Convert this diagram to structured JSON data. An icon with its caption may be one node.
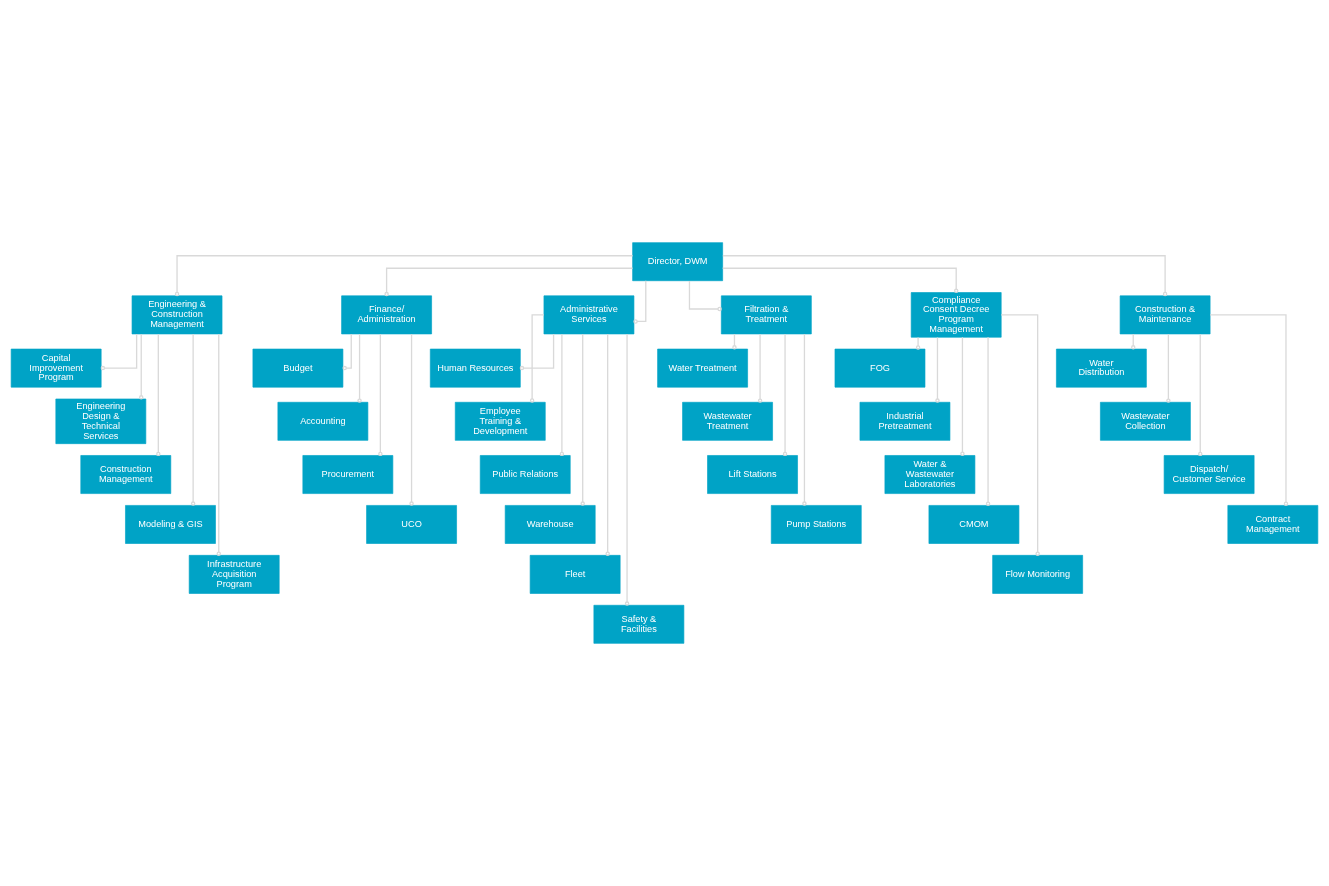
{
  "diagram": {
    "nodes": [
      {
        "text": [
          "Director, DWM"
        ]
      },
      {
        "text": [
          "Engineering & Construction Management"
        ]
      },
      {
        "text": [
          "Finance/ Administration"
        ]
      },
      {
        "text": [
          "Administrative Services"
        ]
      },
      {
        "text": [
          "Filtration & Treatment"
        ]
      },
      {
        "text": [
          "Compliance Consent Decree Program Management"
        ]
      },
      {
        "text": [
          "Construction & Maintenance"
        ]
      },
      {
        "text": [
          "Capital Improvement Program"
        ]
      },
      {
        "text": [
          "Engineering Design & Technical Services"
        ]
      },
      {
        "text": [
          "Construction Management"
        ]
      },
      {
        "text": [
          "Modeling & GIS"
        ]
      },
      {
        "text": [
          "Infrastructure Acquisition Program"
        ]
      },
      {
        "text": [
          "Budget"
        ]
      },
      {
        "text": [
          "Accounting"
        ]
      },
      {
        "text": [
          "Procurement"
        ]
      },
      {
        "text": [
          "UCO"
        ]
      },
      {
        "text": [
          "Human Resources"
        ]
      },
      {
        "text": [
          "Employee Training & Development"
        ]
      },
      {
        "text": [
          "Public Relations"
        ]
      },
      {
        "text": [
          "Warehouse"
        ]
      },
      {
        "text": [
          "Fleet"
        ]
      },
      {
        "text": [
          "Safety & Facilities"
        ]
      },
      {
        "text": [
          "Water Treatment"
        ]
      },
      {
        "text": [
          "Wastewater Treatment"
        ]
      },
      {
        "text": [
          "Lift Stations"
        ]
      },
      {
        "text": [
          "Pump Stations"
        ]
      },
      {
        "text": [
          "FOG"
        ]
      },
      {
        "text": [
          "Industrial Pretreatment"
        ]
      },
      {
        "text": [
          "Water & Wastewater Laboratories"
        ]
      },
      {
        "text": [
          "CMOM"
        ]
      },
      {
        "text": [
          "Flow Monitoring"
        ]
      },
      {
        "text": [
          "Water Distribution"
        ]
      },
      {
        "text": [
          "Wastewater Collection"
        ]
      },
      {
        "text": [
          "Dispatch/ Customer Service"
        ]
      },
      {
        "text": [
          "Contract Management"
        ]
      }
    ],
    "edges": [
      {
        "from": 0,
        "to": 1,
        "arrow": "other"
      },
      {
        "from": 0,
        "to": 2,
        "arrow": "other"
      },
      {
        "from": 0,
        "to": 3,
        "arrow": "other"
      },
      {
        "from": 0,
        "to": 4,
        "arrow": "other"
      },
      {
        "from": 0,
        "to": 5,
        "arrow": "other"
      },
      {
        "from": 0,
        "to": 6,
        "arrow": "other"
      },
      {
        "from": 1,
        "to": 7,
        "arrow": "other"
      },
      {
        "from": 1,
        "to": 8,
        "arrow": "other"
      },
      {
        "from": 1,
        "to": 9,
        "arrow": "other"
      },
      {
        "from": 1,
        "to": 10,
        "arrow": "other"
      },
      {
        "from": 1,
        "to": 11,
        "arrow": "other"
      },
      {
        "from": 2,
        "to": 12,
        "arrow": "other"
      },
      {
        "from": 2,
        "to": 13,
        "arrow": "other"
      },
      {
        "from": 2,
        "to": 14,
        "arrow": "other"
      },
      {
        "from": 2,
        "to": 15,
        "arrow": "other"
      },
      {
        "from": 3,
        "to": 16,
        "arrow": "other"
      },
      {
        "from": 3,
        "to": 17,
        "arrow": "other"
      },
      {
        "from": 3,
        "to": 18,
        "arrow": "other"
      },
      {
        "from": 3,
        "to": 19,
        "arrow": "other"
      },
      {
        "from": 3,
        "to": 20,
        "arrow": "other"
      },
      {
        "from": 3,
        "to": 21,
        "arrow": "other"
      },
      {
        "from": 4,
        "to": 22,
        "arrow": "other"
      },
      {
        "from": 4,
        "to": 23,
        "arrow": "other"
      },
      {
        "from": 4,
        "to": 24,
        "arrow": "other"
      },
      {
        "from": 4,
        "to": 25,
        "arrow": "other"
      },
      {
        "from": 5,
        "to": 26,
        "arrow": "other"
      },
      {
        "from": 5,
        "to": 27,
        "arrow": "other"
      },
      {
        "from": 5,
        "to": 28,
        "arrow": "other"
      },
      {
        "from": 5,
        "to": 29,
        "arrow": "other"
      },
      {
        "from": 5,
        "to": 30,
        "arrow": "other"
      },
      {
        "from": 6,
        "to": 31,
        "arrow": "other"
      },
      {
        "from": 6,
        "to": 32,
        "arrow": "other"
      },
      {
        "from": 6,
        "to": 33,
        "arrow": "other"
      },
      {
        "from": 6,
        "to": 34,
        "arrow": "other"
      }
    ]
  }
}
